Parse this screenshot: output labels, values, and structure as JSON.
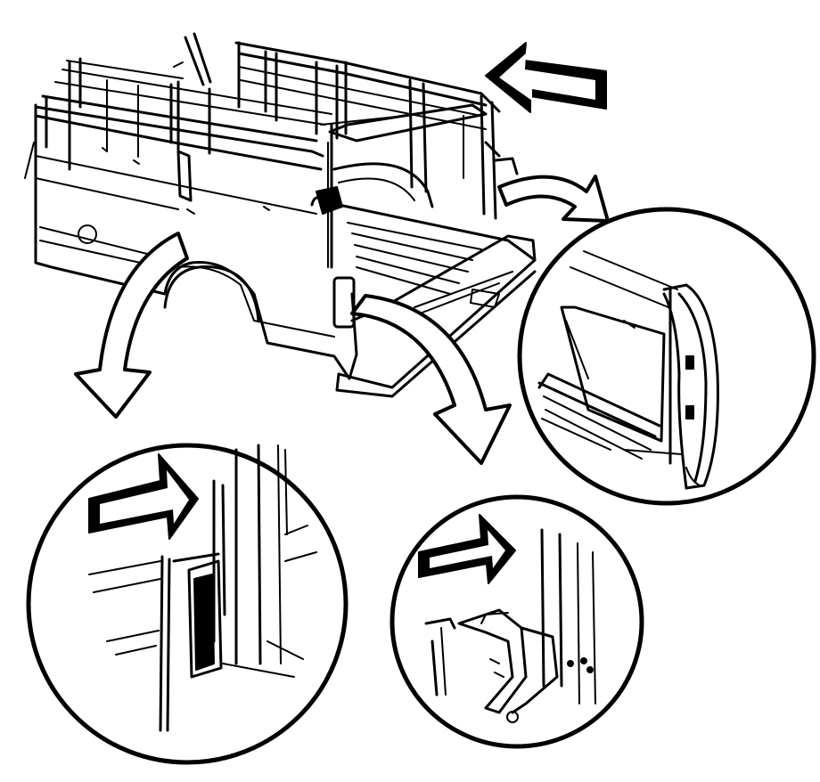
{
  "figure": {
    "description_icons": [
      "pickup-bed-with-stake-racks",
      "front-direction-arrow",
      "detail-callout-arrows"
    ],
    "colors": {
      "ink": "#000000",
      "paper": "#ffffff"
    }
  }
}
